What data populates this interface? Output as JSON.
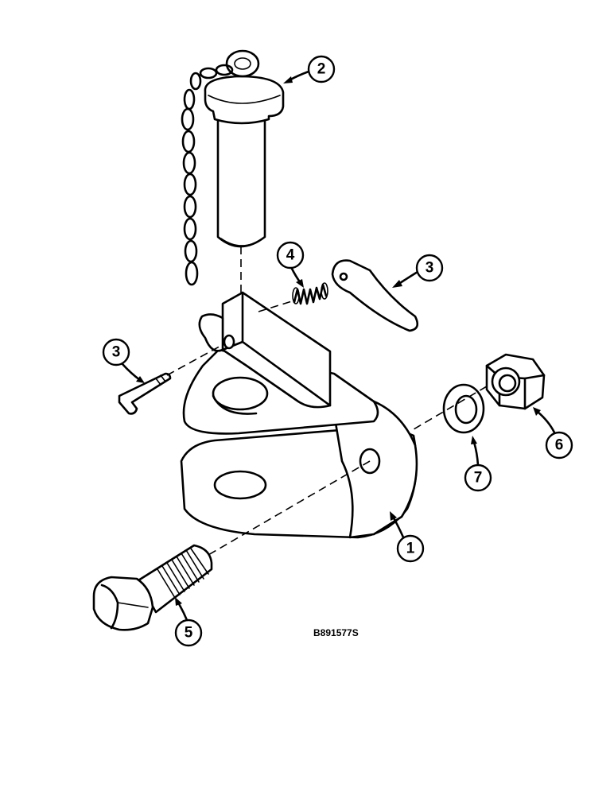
{
  "callouts": [
    {
      "id": "hitch-body",
      "label": "1"
    },
    {
      "id": "hitch-pin",
      "label": "2"
    },
    {
      "id": "latch-plate",
      "label": "3"
    },
    {
      "id": "spring",
      "label": "4"
    },
    {
      "id": "bolt",
      "label": "5"
    },
    {
      "id": "nut",
      "label": "6"
    },
    {
      "id": "washer",
      "label": "7"
    },
    {
      "id": "allen-wrench",
      "label": "3"
    }
  ],
  "figure_code": "B891577S"
}
